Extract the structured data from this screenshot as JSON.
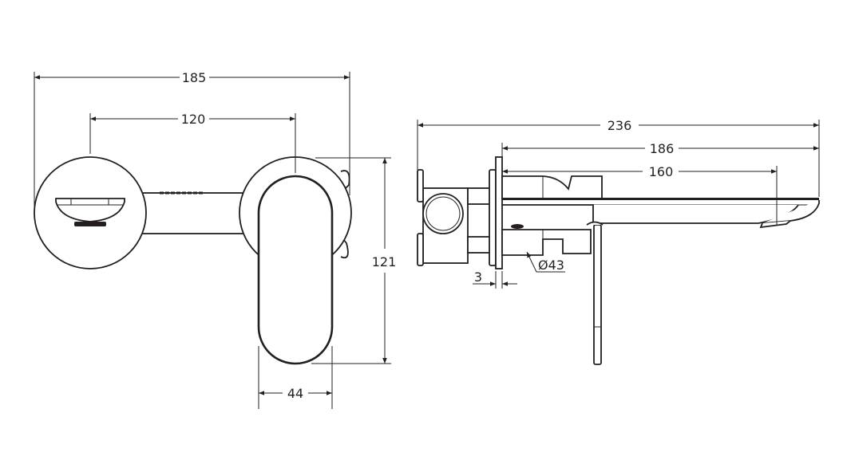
{
  "drawing": {
    "front_view": {
      "dimensions": {
        "overall_width": "185",
        "center_distance": "120",
        "handle_height": "121",
        "handle_width": "44"
      }
    },
    "side_view": {
      "dimensions": {
        "overall_projection": "236",
        "projection_from_wall": "186",
        "spout_reach": "160",
        "plate_thickness": "3",
        "diameter": "Ø43"
      }
    },
    "line_color": "#231f20"
  }
}
